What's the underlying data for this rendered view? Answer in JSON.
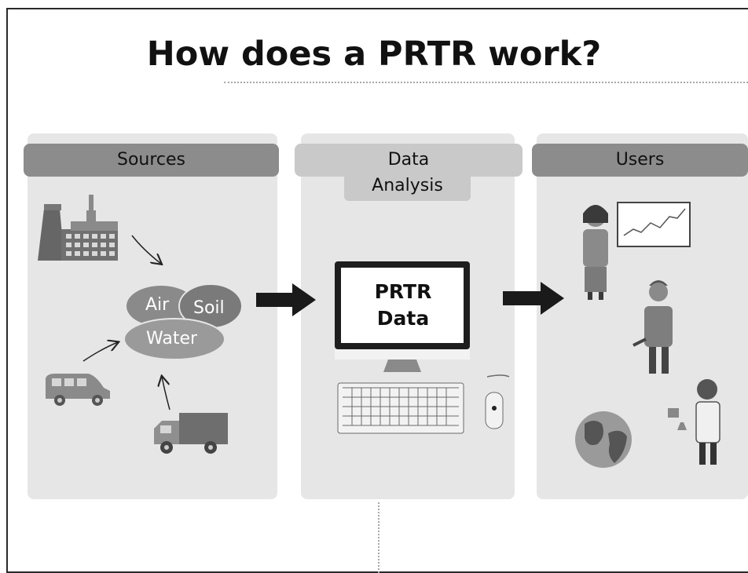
{
  "title": "How does a PRTR work?",
  "panels": {
    "sources": {
      "label": "Sources"
    },
    "analysis": {
      "label_line1": "Data",
      "label_line2": "Analysis"
    },
    "users": {
      "label": "Users"
    }
  },
  "media": {
    "air": "Air",
    "soil": "Soil",
    "water": "Water"
  },
  "monitor": {
    "line1": "PRTR",
    "line2": "Data"
  },
  "colors": {
    "panel": "#e6e6e6",
    "header_dark": "#8c8c8c",
    "header_light": "#c9c9c9",
    "blob": "#8a8a8a",
    "arrow": "#1a1a1a"
  }
}
